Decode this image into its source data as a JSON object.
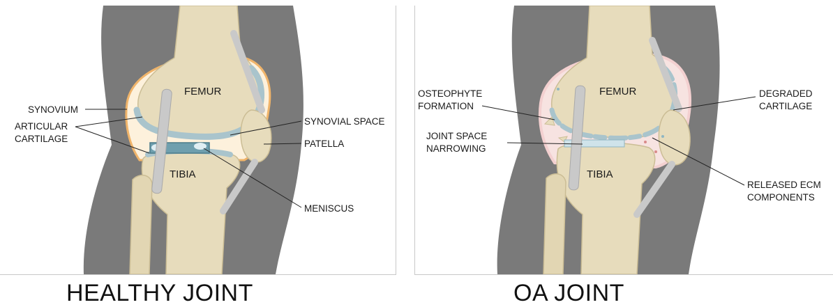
{
  "healthy": {
    "caption": "HEALTHY JOINT",
    "labels": {
      "femur": "FEMUR",
      "tibia": "TIBIA",
      "synovium": "SYNOVIUM",
      "articular_line1": "ARTICULAR",
      "articular_line2": "CARTILAGE",
      "synovial_space": "SYNOVIAL SPACE",
      "patella": "PATELLA",
      "meniscus": "MENISCUS"
    }
  },
  "oa": {
    "caption": "OA JOINT",
    "labels": {
      "femur": "FEMUR",
      "tibia": "TIBIA",
      "osteophyte_line1": "OSTEOPHYTE",
      "osteophyte_line2": "FORMATION",
      "joint_space_line1": "JOINT SPACE",
      "joint_space_line2": "NARROWING",
      "degraded_line1": "DEGRADED",
      "degraded_line2": "CARTILAGE",
      "released_line1": "RELEASED ECM",
      "released_line2": "COMPONENTS"
    }
  },
  "colors": {
    "skin": "#7a7a7a",
    "bone": "#e7dcbc",
    "cartilage": "#a9c4cc",
    "synovium_healthy": "#f0b46a",
    "synovial_fluid": "#fdf1dc",
    "synovium_oa": "#f3d0d0",
    "ligament": "#c9c9c9"
  }
}
